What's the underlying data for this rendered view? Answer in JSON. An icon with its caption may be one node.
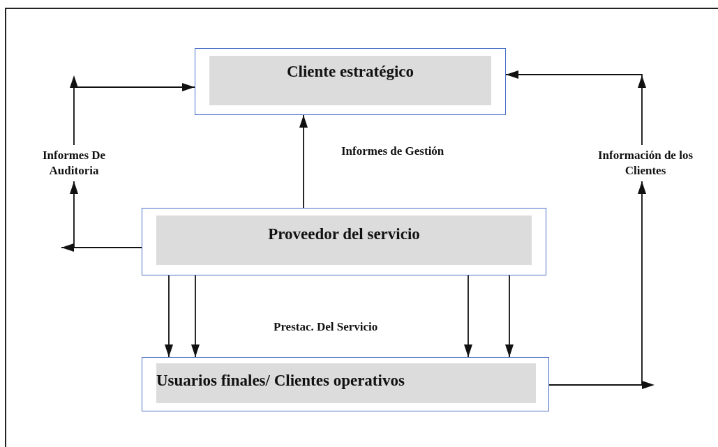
{
  "diagram": {
    "nodes": [
      {
        "text": [
          "Cliente estratégico"
        ]
      },
      {
        "text": [
          "Informes De Auditoria"
        ]
      },
      {
        "text": [
          "Información de los Clientes"
        ]
      },
      {
        "text": [
          "Proveedor del servicio"
        ]
      },
      {
        "text": [
          "Usuarios finales/ Clientes operativos"
        ]
      }
    ],
    "edges": [
      {
        "from": 1,
        "to": 0,
        "arrow": "to"
      },
      {
        "from": 3,
        "to": 1,
        "arrow": "to"
      },
      {
        "from": 3,
        "to": null,
        "arrow": "to"
      },
      {
        "from": 3,
        "to": 0,
        "arrow": "to",
        "label": "Informes de Gestión"
      },
      {
        "from": 3,
        "to": 4,
        "arrow": "to"
      },
      {
        "from": 3,
        "to": 4,
        "arrow": "to"
      },
      {
        "from": 3,
        "to": 4,
        "arrow": "to"
      },
      {
        "from": 3,
        "to": 4,
        "arrow": "to"
      },
      {
        "from": 4,
        "to": 2,
        "arrow": "to"
      },
      {
        "from": 2,
        "to": 0,
        "arrow": "to"
      }
    ],
    "labels": [
      "Prestac. Del Servicio"
    ]
  }
}
